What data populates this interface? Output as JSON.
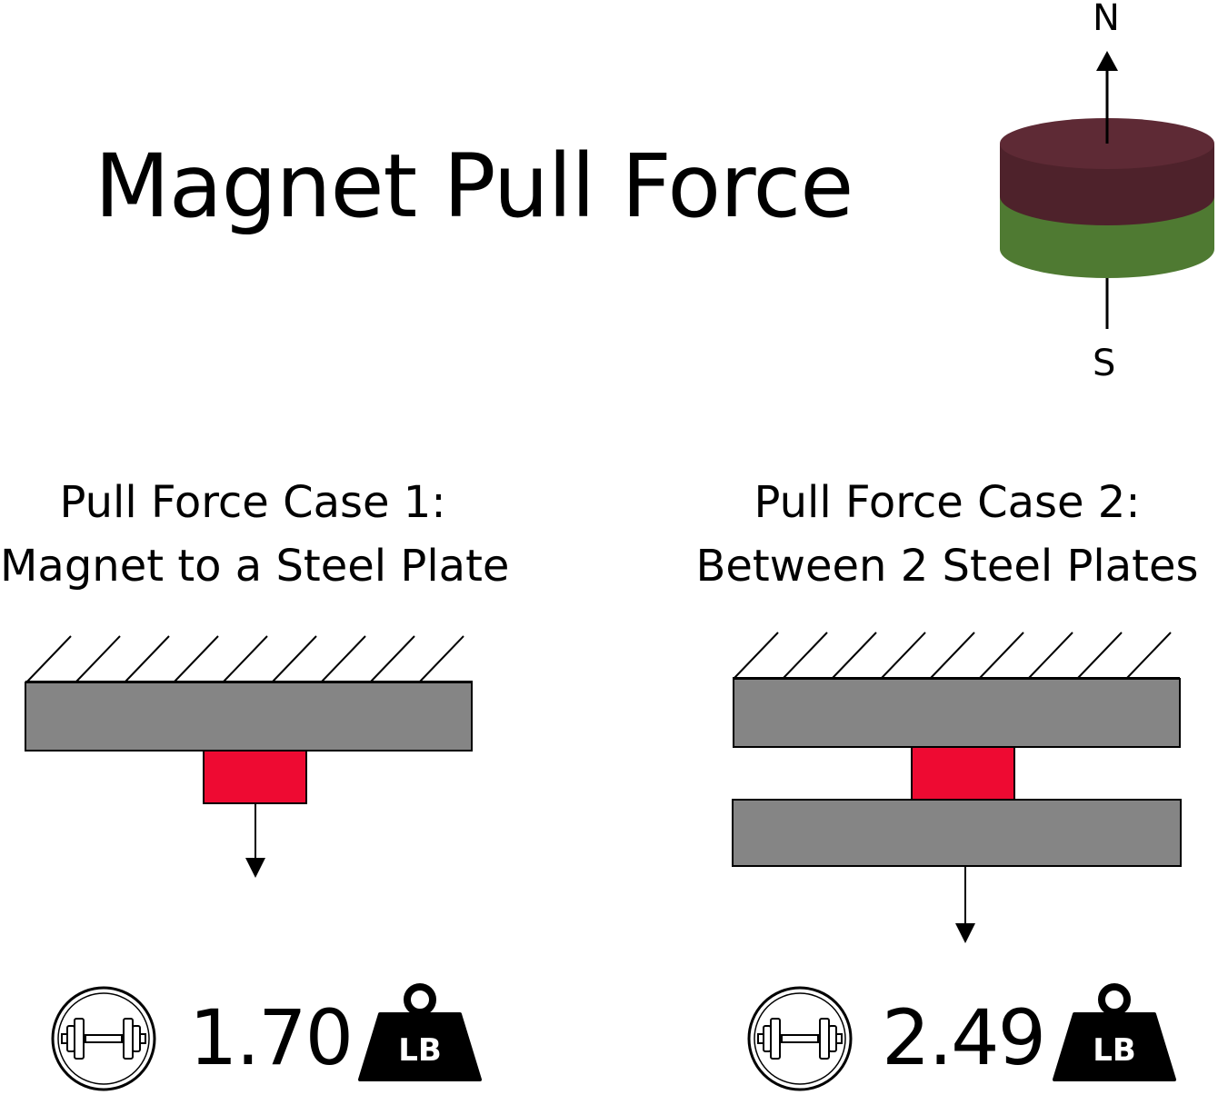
{
  "title": "Magnet Pull Force",
  "magnet": {
    "north_label": "N",
    "south_label": "S",
    "north_color": "#5a2732",
    "south_color": "#4f7a32"
  },
  "case1": {
    "title_line1": "Pull Force Case 1:",
    "title_line2": "Magnet to a Steel Plate",
    "value": "1.70",
    "unit": "LB"
  },
  "case2": {
    "title_line1": "Pull Force Case 2:",
    "title_line2": "Between 2 Steel Plates",
    "value": "2.49",
    "unit": "LB"
  },
  "colors": {
    "plate": "#858585",
    "magnet_block": "#ee0a32"
  }
}
